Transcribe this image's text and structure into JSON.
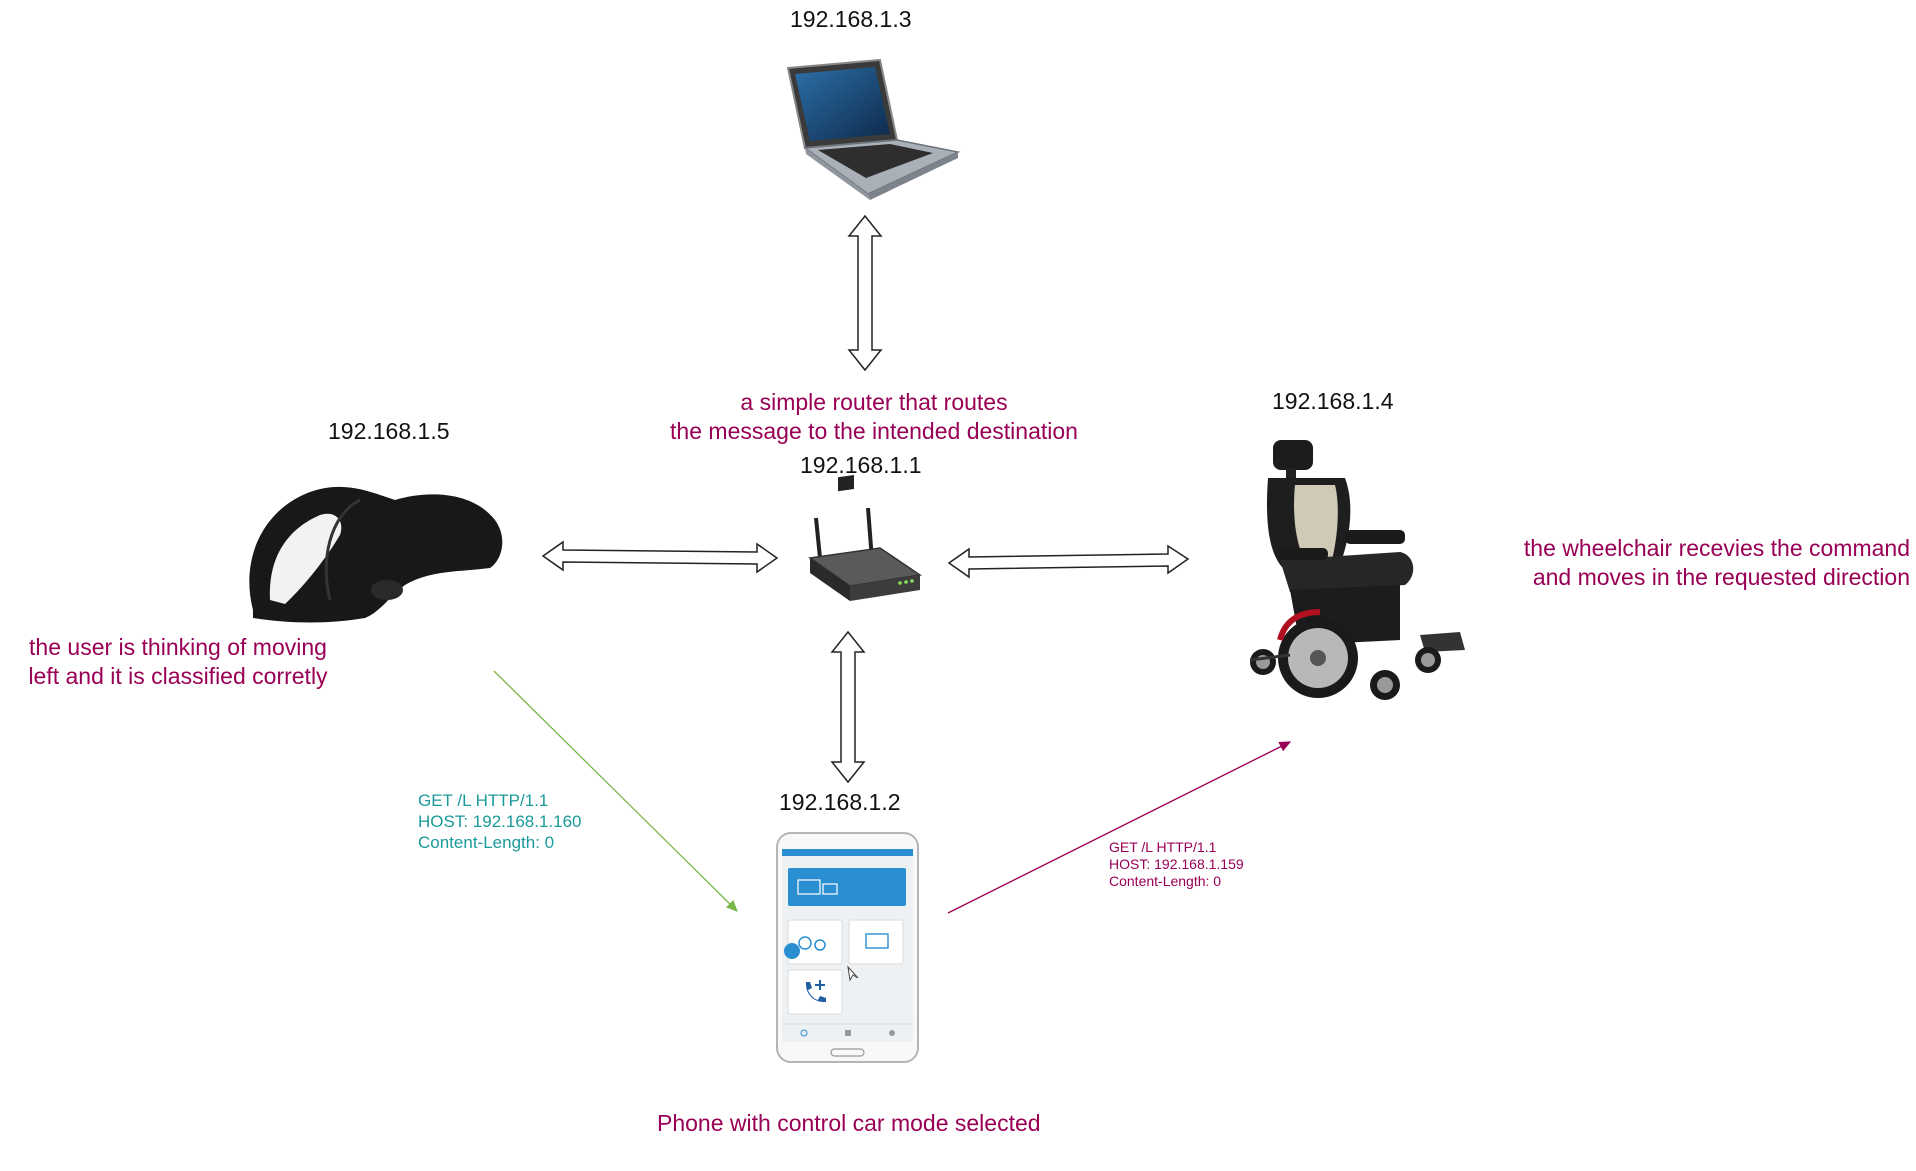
{
  "nodes": {
    "laptop": {
      "ip": "192.168.1.3"
    },
    "router": {
      "ip": "192.168.1.1",
      "note": [
        "a simple router that routes",
        "the message to the intended destination"
      ]
    },
    "headset": {
      "ip": "192.168.1.5",
      "note": [
        "the user is thinking of moving",
        "left and it is classified corretly"
      ]
    },
    "wheelchair": {
      "ip": "192.168.1.4",
      "note": [
        "the wheelchair recevies the command",
        "and moves in the requested direction"
      ]
    },
    "phone": {
      "ip": "192.168.1.2",
      "note": "Phone with control car mode selected"
    }
  },
  "requests": {
    "to_phone": [
      "GET /L HTTP/1.1",
      "HOST: 192.168.1.160",
      "Content-Length: 0"
    ],
    "to_wheelchair": [
      "GET /L HTTP/1.1",
      "HOST: 192.168.1.159",
      "Content-Length: 0"
    ]
  },
  "colors": {
    "note": "#990055",
    "request_teal": "#1a9a9a",
    "arrow_green": "#7ab648",
    "arrow_red": "#990055",
    "phone_accent": "#2a8fd0"
  }
}
